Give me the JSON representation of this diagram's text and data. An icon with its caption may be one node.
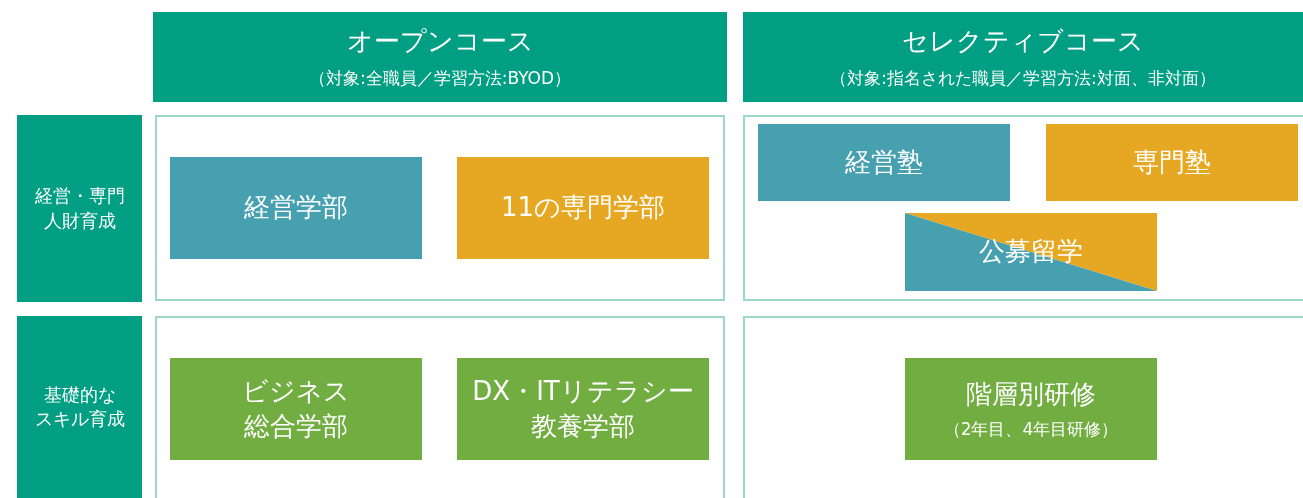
{
  "diagram": {
    "nodes": [
      {
        "text": [
          "オープンコース",
          "（対象:全職員／学習方法:BYOD）"
        ]
      },
      {
        "text": [
          "セレクティブコース",
          "（対象:指名された職員／学習方法:対面、非対面）"
        ]
      },
      {
        "text": [
          "経営・専門人財育成"
        ]
      },
      {
        "text": [],
        "shape": "box"
      },
      {
        "text": [
          "経営学部"
        ],
        "in": 3
      },
      {
        "text": [
          "11の専門学部"
        ],
        "in": 3
      },
      {
        "text": [],
        "shape": "box"
      },
      {
        "text": [
          "経営塾"
        ],
        "in": 6
      },
      {
        "text": [
          "専門塾"
        ],
        "in": 6
      },
      {
        "text": [
          "公募留学"
        ],
        "in": 6
      },
      {
        "text": [
          "基礎的なスキル育成"
        ]
      },
      {
        "text": [],
        "shape": "box"
      },
      {
        "text": [
          "ビジネス総合学部"
        ],
        "in": 11
      },
      {
        "text": [
          "DX・ITリテラシー教養学部"
        ],
        "in": 11
      },
      {
        "text": [],
        "shape": "box"
      },
      {
        "text": [
          "階層別研修",
          "（2年目、4年目研修）"
        ],
        "in": 14
      }
    ],
    "edges": []
  }
}
